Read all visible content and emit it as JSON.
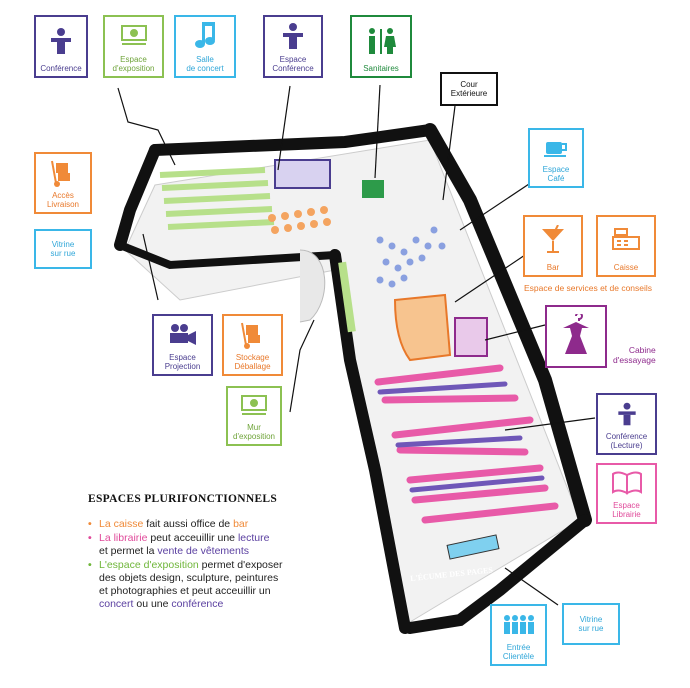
{
  "labels": {
    "conference": "Conférence",
    "espace_exposition": "Espace\nd'exposition",
    "salle_concert": "Salle\nde concert",
    "espace_conference": "Espace\nConférence",
    "sanitaires": "Sanitaires",
    "cour_exterieure": "Cour\nExtérieure",
    "acces_livraison": "Accès\nLivraison",
    "vitrine_rue_left": "Vitrine\nsur rue",
    "espace_cafe": "Espace\nCafé",
    "bar": "Bar",
    "caisse": "Caisse",
    "espace_services": "Espace de services et de conseils",
    "cabine_essayage": "Cabine\nd'essayage",
    "espace_projection": "Espace\nProjection",
    "stockage_deballage": "Stockage\nDéballage",
    "mur_exposition": "Mur\nd'exposition",
    "conference_lecture": "Conférence\n(Lecture)",
    "espace_librairie": "Espace\nLibrairie",
    "vitrine_rue_right": "Vitrine\nsur rue",
    "entree_clientele": "Entrée\nClientèle",
    "storefront_sign": "L'ÉCUME DES PAGES"
  },
  "legend": {
    "title": "ESPACES PLURIFONCTIONNELS",
    "items": [
      [
        {
          "t": "La caisse",
          "c": "orange"
        },
        {
          "t": " fait aussi office de ",
          "c": ""
        },
        {
          "t": "bar",
          "c": "orange"
        }
      ],
      [
        {
          "t": "La librairie",
          "c": "pink"
        },
        {
          "t": " peut acceuillir une ",
          "c": ""
        },
        {
          "t": "lecture",
          "c": "purple"
        },
        {
          "t": "\net permet la ",
          "c": ""
        },
        {
          "t": "vente de vêtements",
          "c": "purple"
        }
      ],
      [
        {
          "t": "L'espace d'exposition",
          "c": "lime"
        },
        {
          "t": " permet d'exposer\ndes objets design, sculpture, peintures\net photographies et peut acceuillir un\n",
          "c": ""
        },
        {
          "t": "concert",
          "c": "purple"
        },
        {
          "t": " ou une ",
          "c": ""
        },
        {
          "t": "conférence",
          "c": "purple"
        }
      ]
    ]
  },
  "icons": {
    "conference": "lectern-icon",
    "exposition": "gallery-icon",
    "concert": "music-note-icon",
    "sanitaires": "restroom-icon",
    "livraison": "hand-truck-icon",
    "cafe": "coffee-cup-icon",
    "bar": "cocktail-glass-icon",
    "caisse": "cash-register-icon",
    "cabine": "dress-hanger-icon",
    "projection": "movie-camera-icon",
    "stockage": "hand-truck-icon",
    "librairie": "open-book-icon",
    "entree": "people-group-icon"
  },
  "colors": {
    "purple": "#4a3d8f",
    "lime": "#8cc152",
    "cyan": "#3ab7e8",
    "green": "#1f8a3c",
    "orange": "#f08a38",
    "magenta": "#8e2a8c",
    "pink": "#e85aa8"
  }
}
